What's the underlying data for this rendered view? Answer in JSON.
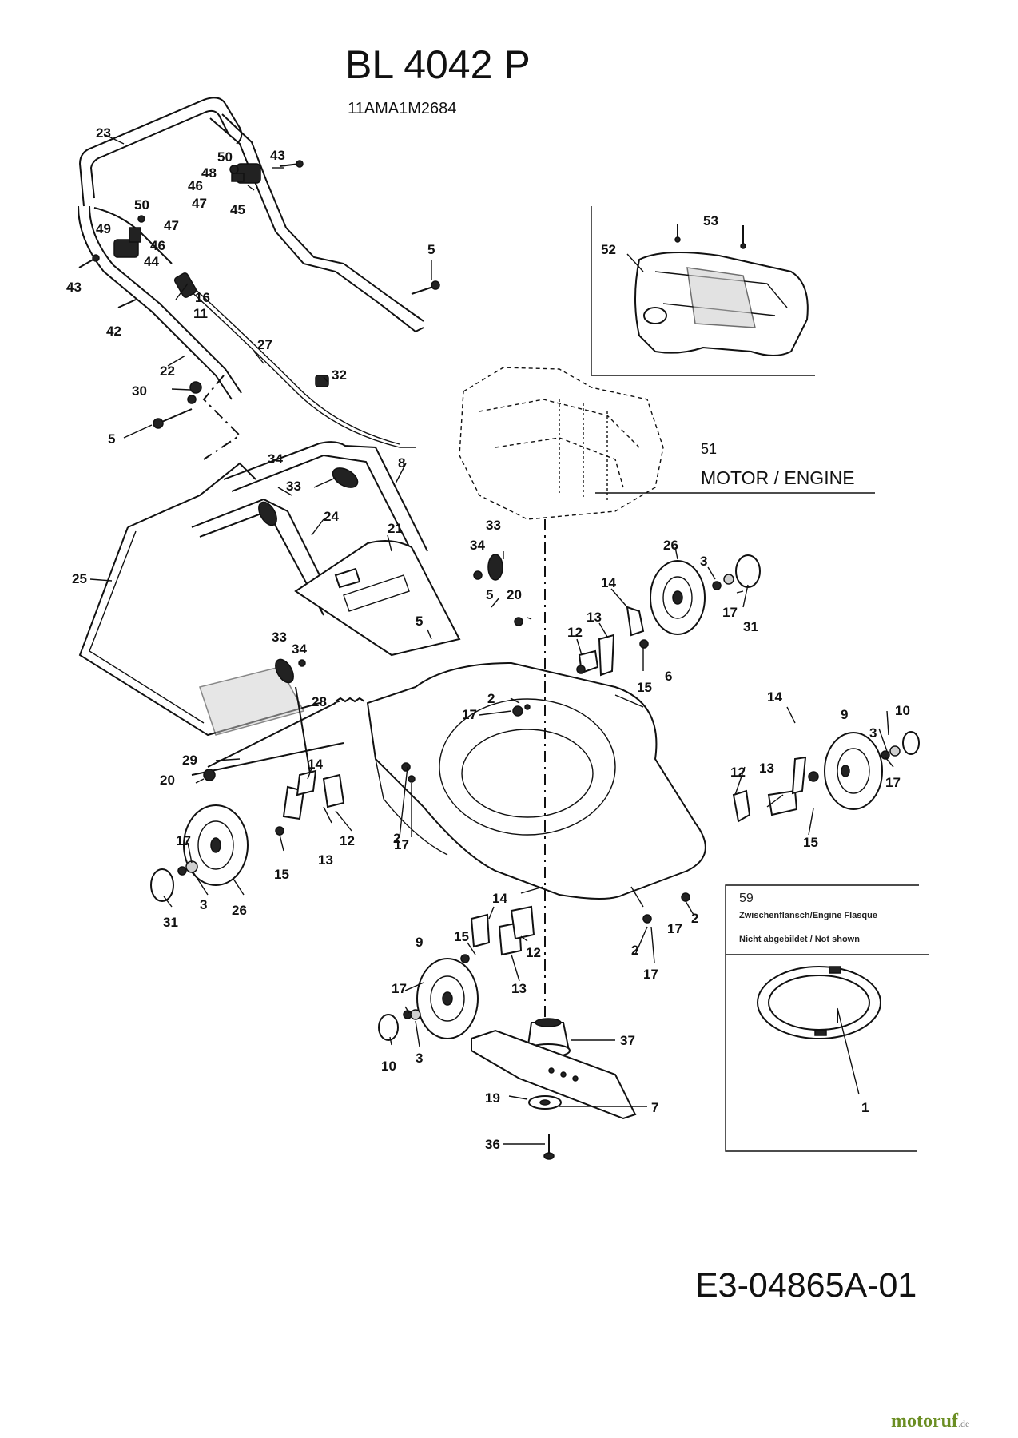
{
  "header": {
    "title": "BL 4042 P",
    "model_number": "11AMA1M2684"
  },
  "engine": {
    "number": "51",
    "label": "MOTOR / ENGINE"
  },
  "inset_air_filter": {
    "cover_number": "52",
    "screw_number": "53"
  },
  "inset_flange": {
    "number": "59",
    "line1": "Zwischenflansch/Engine Flasque",
    "line2": "Nicht abgebildet / Not shown",
    "part_number": "1"
  },
  "drawing_number": "E3-04865A-01",
  "watermark": {
    "brand": "motoruf",
    "suffix": ".de"
  },
  "callouts": {
    "c23": "23",
    "c43a": "43",
    "c50a": "50",
    "c48": "48",
    "c46a": "46",
    "c47a": "47",
    "c45": "45",
    "c50b": "50",
    "c49": "49",
    "c47b": "47",
    "c46b": "46",
    "c44": "44",
    "c43b": "43",
    "c5a": "5",
    "c16": "16",
    "c11": "11",
    "c42": "42",
    "c27": "27",
    "c22": "22",
    "c32": "32",
    "c30": "30",
    "c5b": "5",
    "c34a": "34",
    "c8": "8",
    "c33a": "33",
    "c24": "24",
    "c21": "21",
    "c25": "25",
    "c33b": "33",
    "c34b": "34",
    "c5c": "5",
    "c20a": "20",
    "c5d": "5",
    "c33c": "33",
    "c34c": "34",
    "c28": "28",
    "c2a": "2",
    "c17a": "17",
    "c29": "29",
    "c20b": "20",
    "c14a": "14",
    "c26a": "26",
    "c3a": "3",
    "c17b": "17",
    "c31a": "31",
    "c13a": "13",
    "c12a": "12",
    "c15a": "15",
    "c6": "6",
    "c14b": "14",
    "c9a": "9",
    "c3b": "3",
    "c10a": "10",
    "c17c": "17",
    "c12b": "12",
    "c13b": "13",
    "c15b": "15",
    "c17d": "17",
    "c15c": "15",
    "c13c": "13",
    "c12c": "12",
    "c2b": "2",
    "c17e": "17",
    "c31b": "31",
    "c3c": "3",
    "c26b": "26",
    "c14c": "14",
    "c15d": "15",
    "c12d": "12",
    "c13d": "13",
    "c9b": "9",
    "c17f": "17",
    "c10b": "10",
    "c3d": "3",
    "c2c": "2",
    "c17g": "17",
    "c2d": "2",
    "c17h": "17",
    "c37": "37",
    "c19": "19",
    "c7": "7",
    "c36": "36"
  }
}
